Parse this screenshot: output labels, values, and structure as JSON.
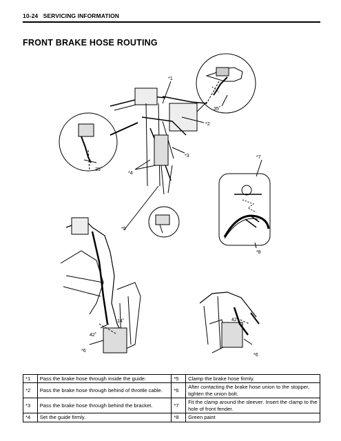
{
  "header": {
    "page": "10-24",
    "section": "SERVICING INFORMATION"
  },
  "title": "FRONT BRAKE HOSE ROUTING",
  "callouts": {
    "c1": "*1",
    "c2": "*2",
    "c3": "*3",
    "c4": "*4",
    "c5": "*5",
    "c6a": "*6",
    "c6b": "*6",
    "c7": "*7",
    "c8": "*8",
    "a35a": "35˚",
    "a35b": "35˚",
    "a42a": "42˚",
    "a42b": "42˚",
    "a14": "14˚"
  },
  "notes": [
    {
      "key": "*1",
      "text": "Pass the brake hose through inside the guide.",
      "key2": "*5",
      "text2": "Clamp the brake hose firmly."
    },
    {
      "key": "*2",
      "text": "Pass the brake hose through behind of throttle cable.",
      "key2": "*6",
      "text2": "After contacting the brake hose union to the stopper, tighten the union bolt."
    },
    {
      "key": "*3",
      "text": "Pass the brake hose through behind the bracket.",
      "key2": "*7",
      "text2": "Fit the clamp around the sleever. Insert the clamp to the hole of front fender."
    },
    {
      "key": "*4",
      "text": "Set the guide firmly.",
      "key2": "*8",
      "text2": "Green paint"
    }
  ]
}
